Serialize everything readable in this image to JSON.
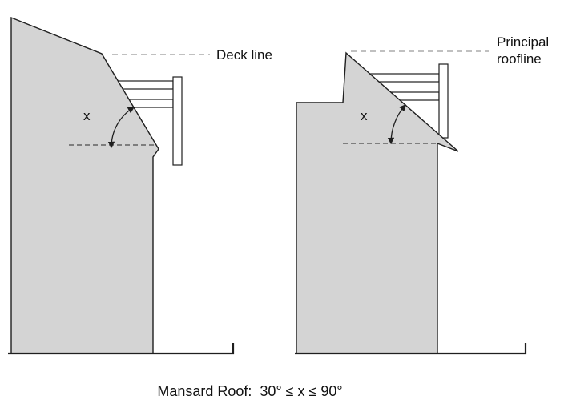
{
  "colors": {
    "building_fill": "#d4d4d4",
    "outline": "#1f1f1f",
    "leader_dash": "#9a9a9a",
    "base_dash": "#4a4a4a",
    "text": "#111111"
  },
  "left_figure": {
    "leader_label": "Deck line",
    "angle_label": "x"
  },
  "right_figure": {
    "leader_label_line1": "Principal",
    "leader_label_line2": "roofline",
    "angle_label": "x"
  },
  "caption": "Mansard Roof:  30° ≤ x ≤ 90°"
}
